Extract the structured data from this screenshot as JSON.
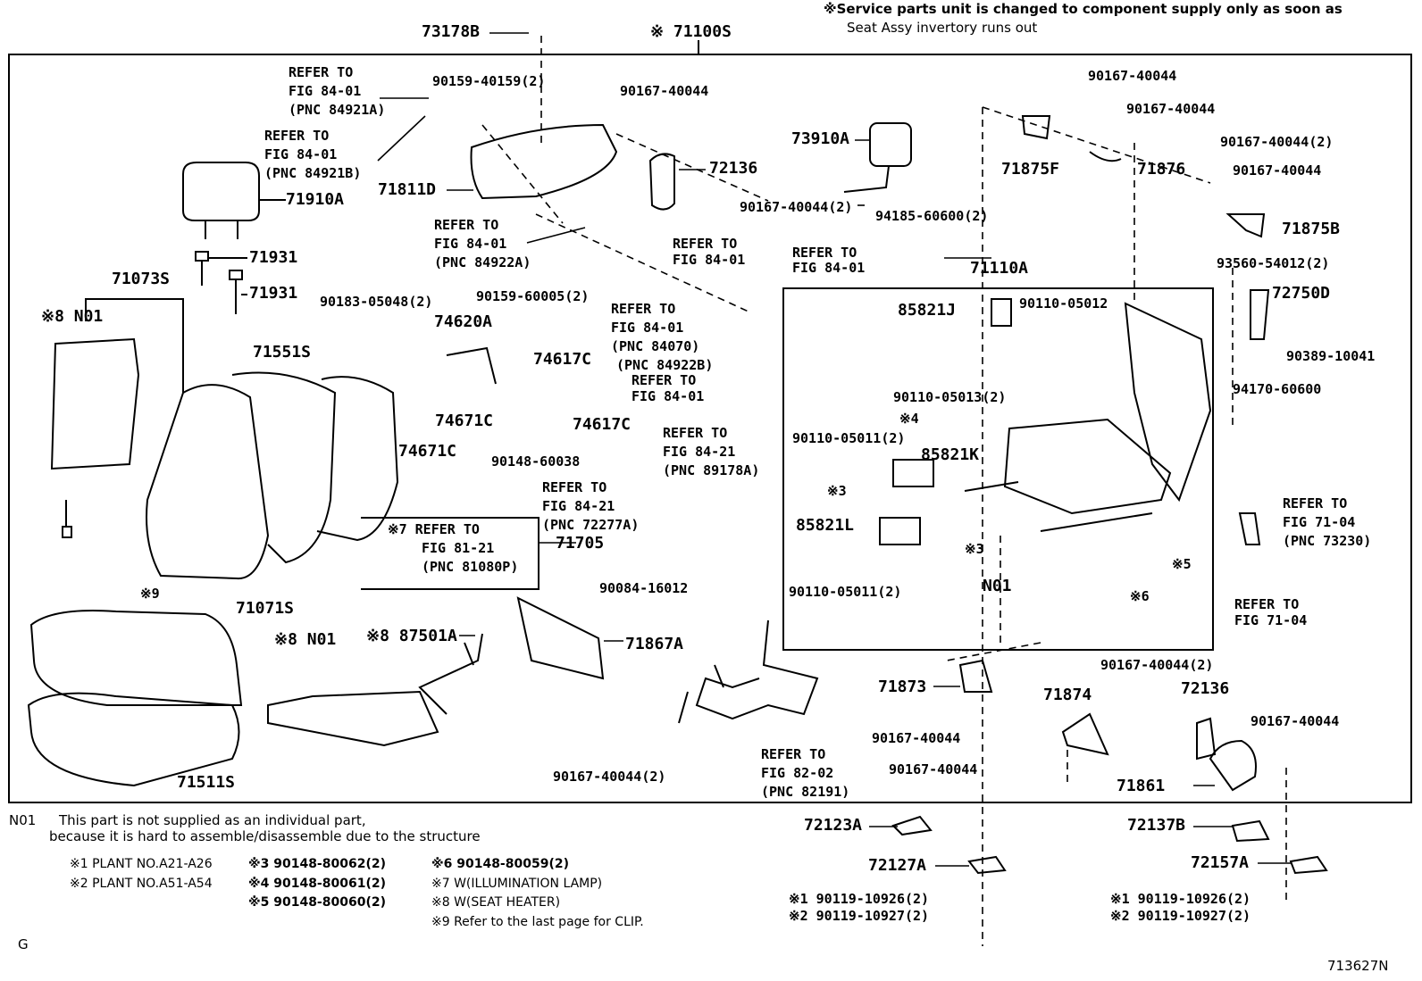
{
  "header": {
    "note_line1": "※Service parts unit is changed to component supply only as soon as",
    "note_line2": "Seat Assy invertory runs out"
  },
  "callouts": [
    {
      "id": "c1",
      "text": "73178B"
    },
    {
      "id": "c2",
      "text": "※ 71100S"
    },
    {
      "id": "c3",
      "text": "REFER TO"
    },
    {
      "id": "c4",
      "text": "FIG 84-01"
    },
    {
      "id": "c5",
      "text": "(PNC 84921A)"
    },
    {
      "id": "c6",
      "text": "REFER TO"
    },
    {
      "id": "c7",
      "text": "FIG 84-01"
    },
    {
      "id": "c8",
      "text": "(PNC 84921B)"
    },
    {
      "id": "c9",
      "text": "90159-40159(2)"
    },
    {
      "id": "c10",
      "text": "90167-40044"
    },
    {
      "id": "c11",
      "text": "73910A"
    },
    {
      "id": "c12",
      "text": "90167-40044"
    },
    {
      "id": "c13",
      "text": "90167-40044"
    },
    {
      "id": "c14",
      "text": "90167-40044(2)"
    },
    {
      "id": "c15",
      "text": "71875F"
    },
    {
      "id": "c16",
      "text": "71876"
    },
    {
      "id": "c17",
      "text": "90167-40044"
    },
    {
      "id": "c18",
      "text": "71875B"
    },
    {
      "id": "c19",
      "text": "71811D"
    },
    {
      "id": "c20",
      "text": "72136"
    },
    {
      "id": "c21",
      "text": "71910A"
    },
    {
      "id": "c22",
      "text": "90167-40044(2)"
    },
    {
      "id": "c23",
      "text": "94185-60600(2)"
    },
    {
      "id": "c24",
      "text": "REFER TO"
    },
    {
      "id": "c25",
      "text": "FIG 84-01"
    },
    {
      "id": "c26",
      "text": "(PNC 84922A)"
    },
    {
      "id": "c27",
      "text": "REFER TO"
    },
    {
      "id": "c28",
      "text": "FIG 84-01"
    },
    {
      "id": "c29",
      "text": "REFER TO"
    },
    {
      "id": "c30",
      "text": "FIG 84-01"
    },
    {
      "id": "c31",
      "text": "71931"
    },
    {
      "id": "c32",
      "text": "71931"
    },
    {
      "id": "c33",
      "text": "93560-54012(2)"
    },
    {
      "id": "c34",
      "text": "71073S"
    },
    {
      "id": "c35",
      "text": "71110A"
    },
    {
      "id": "c36",
      "text": "72750D"
    },
    {
      "id": "c37",
      "text": "※8 N01"
    },
    {
      "id": "c38",
      "text": "90183-05048(2)"
    },
    {
      "id": "c39",
      "text": "90159-60005(2)"
    },
    {
      "id": "c40",
      "text": "REFER TO"
    },
    {
      "id": "c41",
      "text": "FIG 84-01"
    },
    {
      "id": "c42",
      "text": "(PNC 84070)"
    },
    {
      "id": "c43",
      "text": "(PNC 84922B)"
    },
    {
      "id": "c44",
      "text": "85821J"
    },
    {
      "id": "c45",
      "text": "90110-05012"
    },
    {
      "id": "c46",
      "text": "74620A"
    },
    {
      "id": "c47",
      "text": "90389-10041"
    },
    {
      "id": "c48",
      "text": "71551S"
    },
    {
      "id": "c49",
      "text": "74617C"
    },
    {
      "id": "c50",
      "text": "REFER TO"
    },
    {
      "id": "c51",
      "text": "FIG 84-01"
    },
    {
      "id": "c52",
      "text": "90110-05013(2)"
    },
    {
      "id": "c53",
      "text": "94170-60600"
    },
    {
      "id": "c54",
      "text": "74671C"
    },
    {
      "id": "c55",
      "text": "74617C"
    },
    {
      "id": "c56",
      "text": "※4"
    },
    {
      "id": "c57",
      "text": "74671C"
    },
    {
      "id": "c58",
      "text": "REFER TO"
    },
    {
      "id": "c59",
      "text": "FIG 84-21"
    },
    {
      "id": "c60",
      "text": "(PNC 89178A)"
    },
    {
      "id": "c61",
      "text": "90110-05011(2)"
    },
    {
      "id": "c62",
      "text": "85821K"
    },
    {
      "id": "c63",
      "text": "90148-60038"
    },
    {
      "id": "c64",
      "text": "REFER TO"
    },
    {
      "id": "c65",
      "text": "FIG 84-21"
    },
    {
      "id": "c66",
      "text": "(PNC 72277A)"
    },
    {
      "id": "c67",
      "text": "※3"
    },
    {
      "id": "c68",
      "text": "REFER TO"
    },
    {
      "id": "c69",
      "text": "FIG 71-04"
    },
    {
      "id": "c70",
      "text": "(PNC 73230)"
    },
    {
      "id": "c71",
      "text": "※7 REFER TO"
    },
    {
      "id": "c72",
      "text": "FIG 81-21"
    },
    {
      "id": "c73",
      "text": "(PNC 81080P)"
    },
    {
      "id": "c74",
      "text": "71705"
    },
    {
      "id": "c75",
      "text": "85821L"
    },
    {
      "id": "c76",
      "text": "※3"
    },
    {
      "id": "c77",
      "text": "※5"
    },
    {
      "id": "c78",
      "text": "N01"
    },
    {
      "id": "c79",
      "text": "90110-05011(2)"
    },
    {
      "id": "c80",
      "text": "※6"
    },
    {
      "id": "c81",
      "text": "REFER TO"
    },
    {
      "id": "c82",
      "text": "FIG 71-04"
    },
    {
      "id": "c83",
      "text": "※9"
    },
    {
      "id": "c84",
      "text": "90084-16012"
    },
    {
      "id": "c85",
      "text": "71071S"
    },
    {
      "id": "c86",
      "text": "※8 87501A"
    },
    {
      "id": "c87",
      "text": "※8 N01"
    },
    {
      "id": "c88",
      "text": "71867A"
    },
    {
      "id": "c89",
      "text": "90167-40044(2)"
    },
    {
      "id": "c90",
      "text": "72136"
    },
    {
      "id": "c91",
      "text": "71873"
    },
    {
      "id": "c92",
      "text": "71874"
    },
    {
      "id": "c93",
      "text": "90167-40044"
    },
    {
      "id": "c94",
      "text": "90167-40044"
    },
    {
      "id": "c95",
      "text": "REFER TO"
    },
    {
      "id": "c96",
      "text": "FIG 82-02"
    },
    {
      "id": "c97",
      "text": "(PNC 82191)"
    },
    {
      "id": "c98",
      "text": "90167-40044"
    },
    {
      "id": "c99",
      "text": "71861"
    },
    {
      "id": "c100",
      "text": "90167-40044(2)"
    },
    {
      "id": "c101",
      "text": "71511S"
    },
    {
      "id": "c102",
      "text": "72123A"
    },
    {
      "id": "c103",
      "text": "72137B"
    },
    {
      "id": "c104",
      "text": "72127A"
    },
    {
      "id": "c105",
      "text": "72157A"
    },
    {
      "id": "c106",
      "text": "※1 90119-10926(2)"
    },
    {
      "id": "c107",
      "text": "※2 90119-10927(2)"
    },
    {
      "id": "c108",
      "text": "※1 90119-10926(2)"
    },
    {
      "id": "c109",
      "text": "※2 90119-10927(2)"
    }
  ],
  "footnote": {
    "n01_code": "N01",
    "n01_line1": "This part is not supplied as an individual part,",
    "n01_line2": "because it is hard to assemble/disassemble due to the structure"
  },
  "legend": [
    {
      "id": "l1",
      "text": "※1 PLANT NO.A21-A26"
    },
    {
      "id": "l2",
      "text": "※2 PLANT NO.A51-A54"
    },
    {
      "id": "l3",
      "text": "※3 90148-80062(2)"
    },
    {
      "id": "l4",
      "text": "※4 90148-80061(2)"
    },
    {
      "id": "l5",
      "text": "※5 90148-80060(2)"
    },
    {
      "id": "l6",
      "text": "※6 90148-80059(2)"
    },
    {
      "id": "l7",
      "text": "※7 W(ILLUMINATION LAMP)"
    },
    {
      "id": "l8",
      "text": "※8 W(SEAT HEATER)"
    },
    {
      "id": "l9",
      "text": "※9 Refer to the last page for CLIP."
    }
  ],
  "corner": {
    "left": "G",
    "figure_number": "713627N"
  }
}
